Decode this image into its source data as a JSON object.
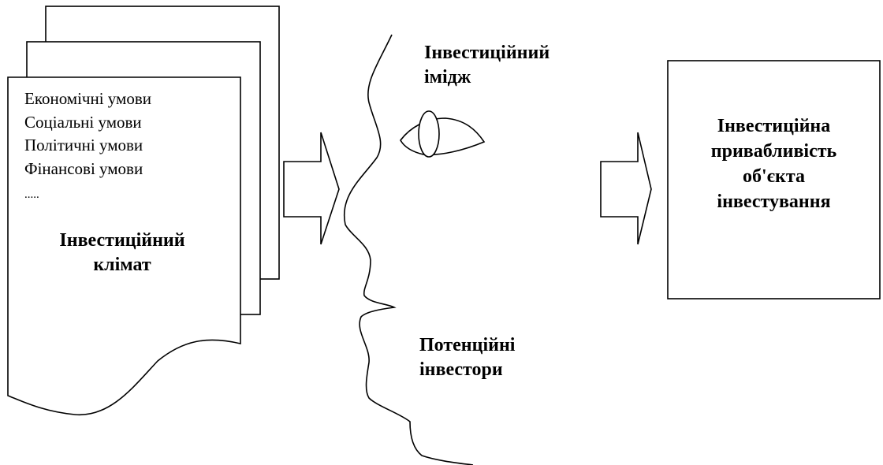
{
  "climate": {
    "conditions": [
      "Економічні умови",
      "Соціальні умови",
      "Політичні умови",
      "Фінансові умови"
    ],
    "ellipsis": ".....",
    "title_line1": "Інвестиційний",
    "title_line2": "клімат"
  },
  "image": {
    "line1": "Інвестиційний",
    "line2": "імідж"
  },
  "investors": {
    "line1": "Потенційні",
    "line2": "інвестори"
  },
  "result": {
    "line1": "Інвестиційна",
    "line2": "привабливість",
    "line3": "об'єкта",
    "line4": "інвестування"
  },
  "icons": [
    "document-stack-icon",
    "arrow-right-icon",
    "face-profile-icon",
    "eye-icon",
    "arrow-right-icon"
  ],
  "colors": {
    "stroke": "#000000",
    "background": "#ffffff"
  }
}
